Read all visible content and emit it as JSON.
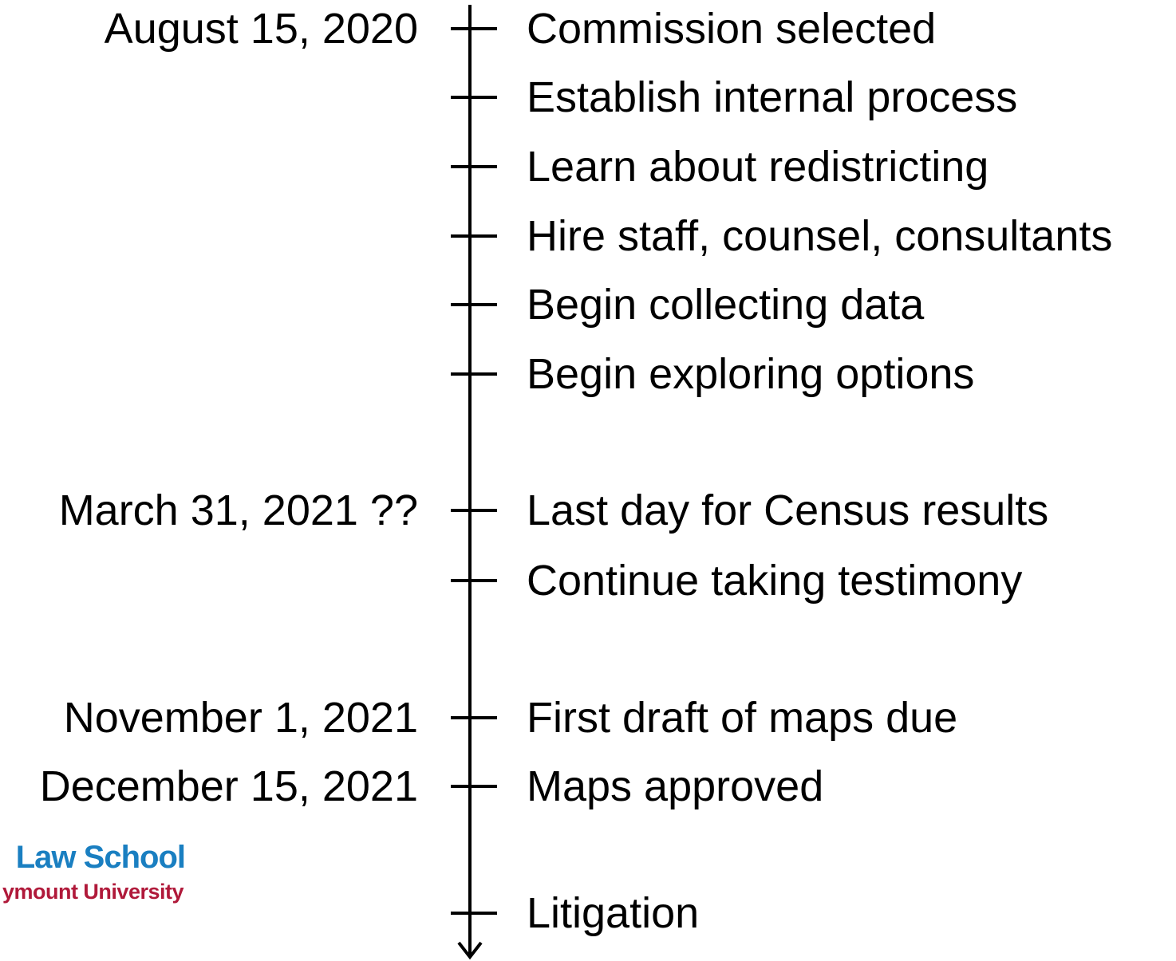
{
  "colors": {
    "axis": "#000000",
    "text": "#000000",
    "logo_primary": "#1a7fc1",
    "logo_secondary": "#b0193a"
  },
  "timeline": {
    "milestones": [
      {
        "date": "August 15, 2020",
        "event": "Commission selected"
      },
      {
        "date": "",
        "event": "Establish internal process"
      },
      {
        "date": "",
        "event": "Learn about redistricting"
      },
      {
        "date": "",
        "event": "Hire staff, counsel, consultants"
      },
      {
        "date": "",
        "event": "Begin collecting data"
      },
      {
        "date": "",
        "event": "Begin exploring options"
      },
      {
        "date": "March 31, 2021 ??",
        "event": "Last day for Census results"
      },
      {
        "date": "",
        "event": "Continue taking testimony"
      },
      {
        "date": "November 1, 2021",
        "event": "First draft of maps due"
      },
      {
        "date": "December 15, 2021",
        "event": "Maps approved"
      },
      {
        "date": "",
        "event": "Litigation"
      }
    ]
  },
  "logo": {
    "line1": "Law School",
    "line2": "ymount University"
  }
}
